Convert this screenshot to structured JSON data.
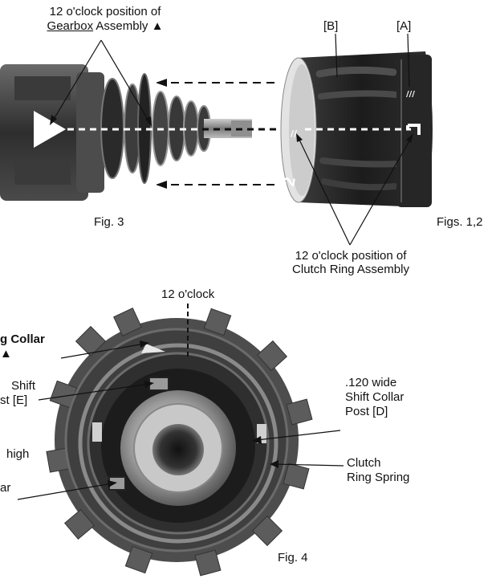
{
  "top": {
    "gearbox_callout": {
      "line1": "12 o'clock position of",
      "line2_underlined": "Gearbox",
      "line2_rest": " Assembly ▲"
    },
    "label_b": "[B]",
    "label_a": "[A]",
    "fig3": "Fig. 3",
    "figs12": "Figs. 1,2",
    "clutch_callout": {
      "line1": "12 o'clock position of",
      "line2": "Clutch Ring Assembly"
    },
    "clutch_numeral": "2"
  },
  "bottom": {
    "twelve_oclock": "12 o'clock",
    "collar_partial_line1": "g Collar",
    "collar_partial_line2": "▲",
    "shift_partial_line1": "Shift",
    "shift_partial_line2": "st [E]",
    "high_partial": "high",
    "ar_partial": "ar",
    "post_d": {
      "line1": ".120 wide",
      "line2": "Shift Collar",
      "line3": "Post [D]"
    },
    "spring": {
      "line1": "Clutch",
      "line2": "Ring Spring"
    },
    "fig4": "Fig. 4"
  },
  "colors": {
    "metal_dark": "#2b2b2b",
    "metal_mid": "#5a5a5a",
    "metal_light": "#a9a9a9",
    "ring_black": "#1e1e1e",
    "paper": "#ffffff"
  }
}
